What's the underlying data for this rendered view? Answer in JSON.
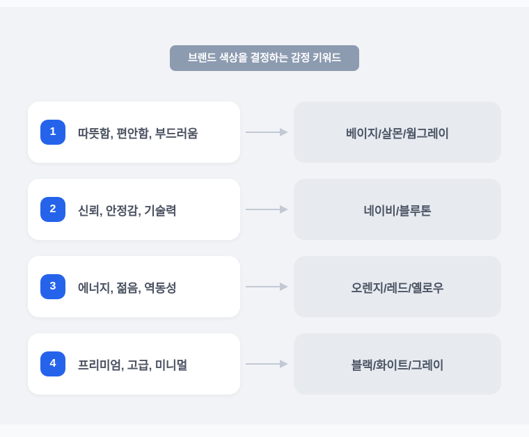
{
  "theme": {
    "page_background": "#F1F3F6",
    "edge_strip": "#F9FAFC",
    "header_background": "#8C9BB0",
    "header_text_color": "#FFFFFF",
    "number_badge_color": "#2563EB",
    "number_badge_text_color": "#FFFFFF",
    "keyword_card_background": "#FFFFFF",
    "color_card_background": "#E7EAEF",
    "keyword_text_color": "#4A5160",
    "color_text_color": "#4C5565",
    "arrow_color": "#C3C9D4"
  },
  "header": {
    "title": "브랜드 색상을 결정하는 감정 키워드"
  },
  "rows": [
    {
      "number": "1",
      "keywords": "따뜻함, 편안함, 부드러움",
      "colors": "베이지/살몬/웜그레이"
    },
    {
      "number": "2",
      "keywords": "신뢰, 안정감, 기술력",
      "colors": "네이비/블루톤"
    },
    {
      "number": "3",
      "keywords": "에너지, 젊음, 역동성",
      "colors": "오렌지/레드/옐로우"
    },
    {
      "number": "4",
      "keywords": "프리미엄, 고급, 미니멀",
      "colors": "블랙/화이트/그레이"
    }
  ]
}
